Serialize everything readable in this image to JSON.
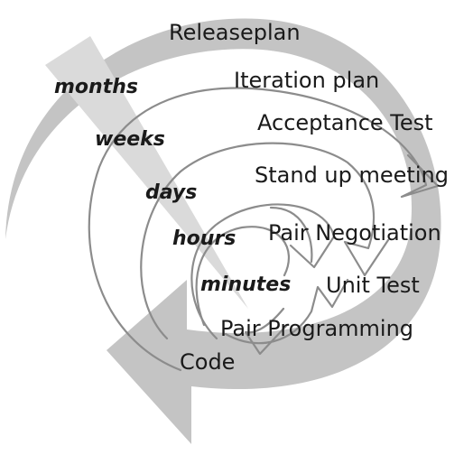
{
  "diagram": {
    "activities": [
      "Releaseplan",
      "Iteration plan",
      "Acceptance Test",
      "Stand up meeting",
      "Pair Negotiation",
      "Unit Test",
      "Pair Programming",
      "Code"
    ],
    "time_scales": [
      "months",
      "weeks",
      "days",
      "hours",
      "minutes"
    ],
    "colors": {
      "outer_arrow": "#c4c4c4",
      "time_wedge": "#dadada",
      "spiral_line": "#8c8c8c",
      "text": "#1a1a1a"
    }
  }
}
